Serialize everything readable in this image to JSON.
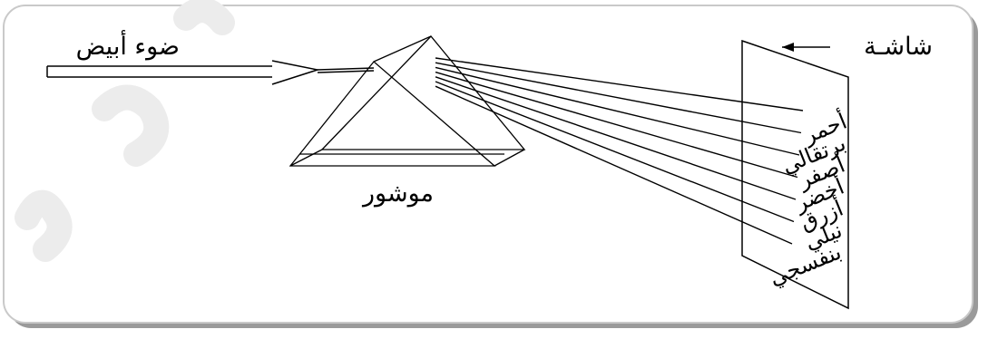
{
  "diagram": {
    "white_light_label": "ضوء أبيض",
    "prism_label": "موشور",
    "screen_label": "شاشـة",
    "screen_arrow": "←",
    "spectrum_colors": [
      "أحمر",
      "برتقالي",
      "أصفر",
      "أخضر",
      "أزرق",
      "نيلي",
      "بنفسجي"
    ],
    "colors": {
      "frame_border": "#c9c9c9",
      "frame_shadow": "#9a9a9a",
      "line": "#000000",
      "watermark": "#e9e9e9"
    }
  }
}
